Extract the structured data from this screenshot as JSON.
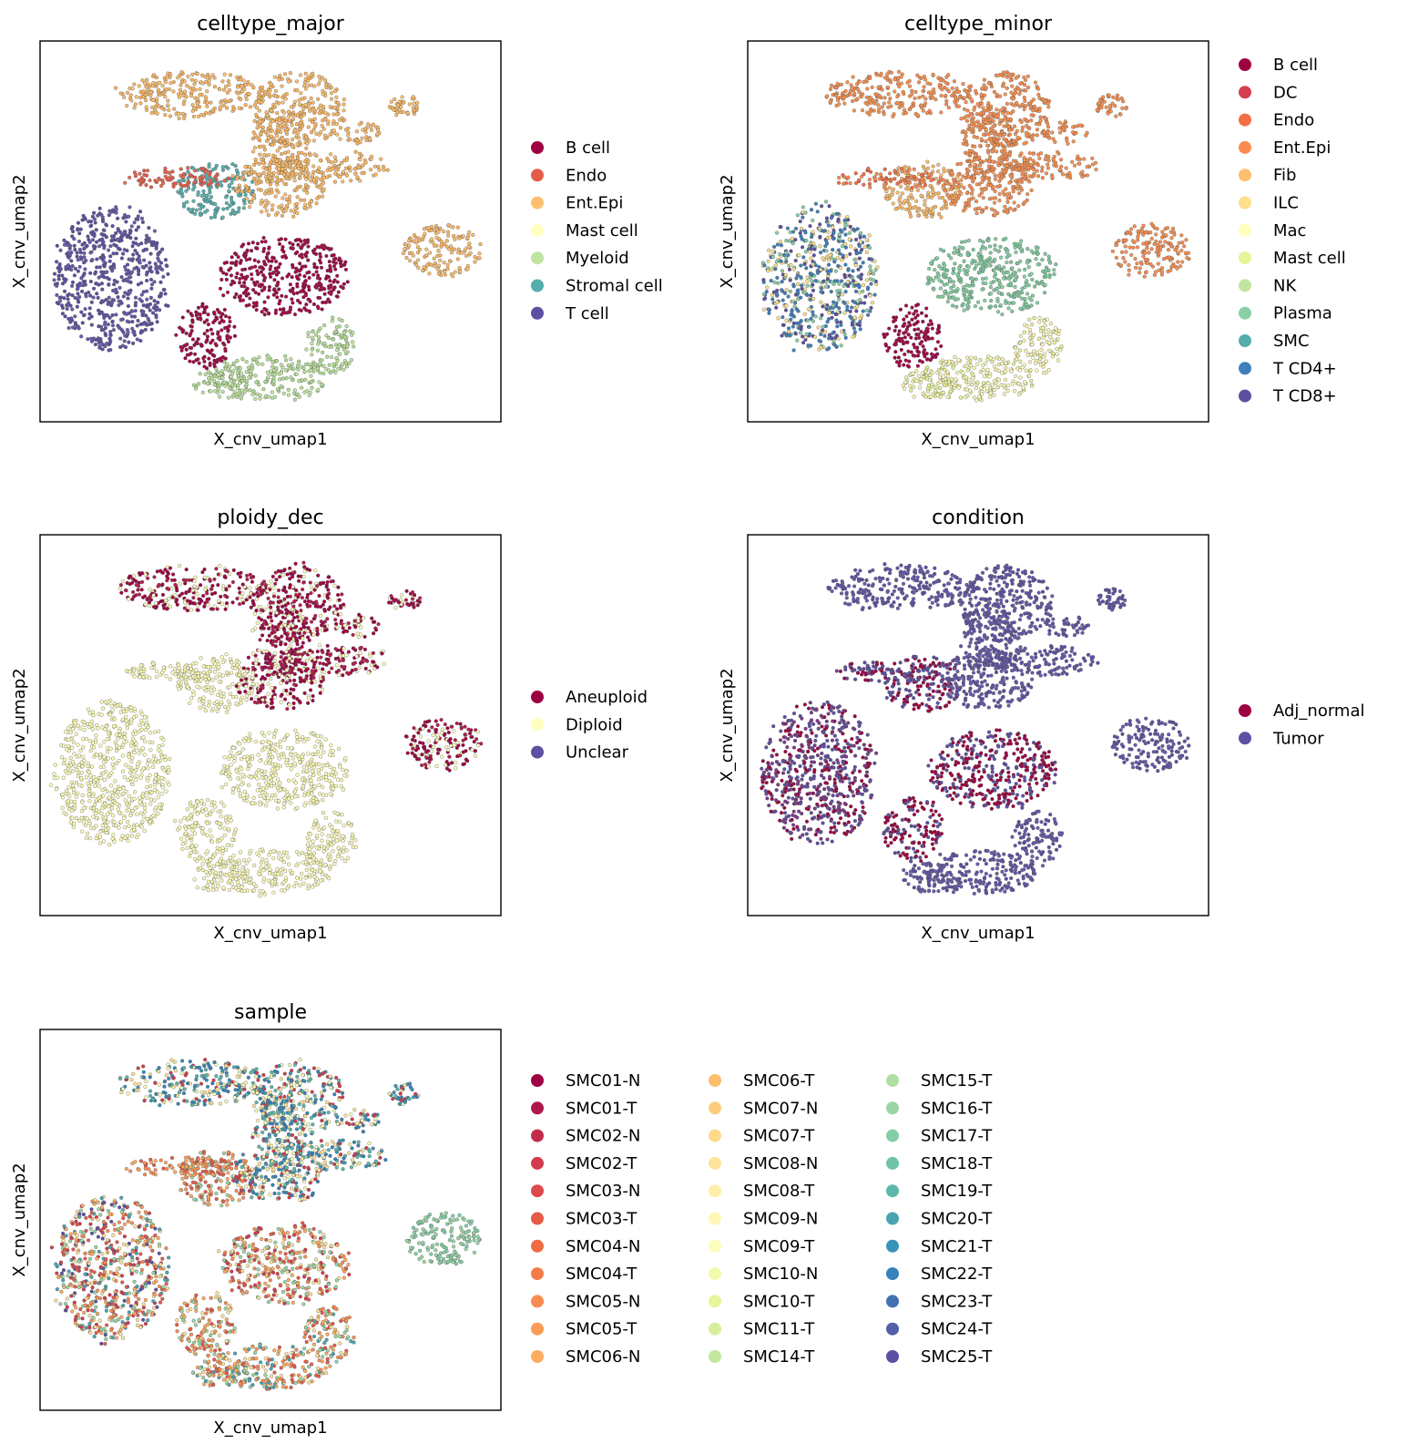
{
  "chart_data": [
    {
      "type": "scatter",
      "title": "celltype_major",
      "xlabel": "X_cnv_umap1",
      "ylabel": "X_cnv_umap2",
      "ticks": "none",
      "legend": {
        "placement": "right",
        "columns": 1,
        "entries": [
          {
            "name": "B cell",
            "color": "#9e0142"
          },
          {
            "name": "Endo",
            "color": "#e45c49"
          },
          {
            "name": "Ent.Epi",
            "color": "#fdbf6f"
          },
          {
            "name": "Mast cell",
            "color": "#ffffbf"
          },
          {
            "name": "Myeloid",
            "color": "#bfe5a0"
          },
          {
            "name": "Stromal cell",
            "color": "#54aead"
          },
          {
            "name": "T cell",
            "color": "#5e4fa2"
          }
        ]
      },
      "clusters": [
        {
          "label": "T cell",
          "region": "large left cluster",
          "colors": [
            "#5e4fa2",
            "#5e4fa2",
            "#6a5aac"
          ]
        },
        {
          "label": "B cell",
          "region": "centre-right oval",
          "colors": [
            "#9e0142",
            "#a30c47"
          ]
        },
        {
          "label": "B cell",
          "region": "lower-left small cluster",
          "colors": [
            "#9e0142",
            "#a30c47"
          ]
        },
        {
          "label": "Myeloid",
          "region": "bottom arc",
          "colors": [
            "#bfe5a0",
            "#b2dd93"
          ]
        },
        {
          "label": "Stromal cell",
          "region": "upper-middle blob",
          "colors": [
            "#54aead",
            "#5fb5b2"
          ]
        },
        {
          "label": "Endo",
          "region": "upper-left thin band",
          "colors": [
            "#e45c49",
            "#e86a52"
          ]
        },
        {
          "label": "Ent.Epi",
          "region": "top spread and right island",
          "colors": [
            "#fdbf6f",
            "#fbb560"
          ]
        }
      ]
    },
    {
      "type": "scatter",
      "title": "celltype_minor",
      "xlabel": "X_cnv_umap1",
      "ylabel": "X_cnv_umap2",
      "ticks": "none",
      "legend": {
        "placement": "right",
        "columns": 1,
        "entries": [
          {
            "name": "B cell",
            "color": "#9e0142"
          },
          {
            "name": "DC",
            "color": "#d53e4f"
          },
          {
            "name": "Endo",
            "color": "#f46d43"
          },
          {
            "name": "Ent.Epi",
            "color": "#fa8c50"
          },
          {
            "name": "Fib",
            "color": "#fdbf6f"
          },
          {
            "name": "ILC",
            "color": "#fee08b"
          },
          {
            "name": "Mac",
            "color": "#ffffbf"
          },
          {
            "name": "Mast cell",
            "color": "#e6f598"
          },
          {
            "name": "NK",
            "color": "#bfe5a0"
          },
          {
            "name": "Plasma",
            "color": "#88d0a4"
          },
          {
            "name": "SMC",
            "color": "#54aead"
          },
          {
            "name": "T CD4+",
            "color": "#3f7fbc"
          },
          {
            "name": "T CD8+",
            "color": "#5e4fa2"
          }
        ]
      },
      "clusters": [
        {
          "label": "T CD4+ / T CD8+",
          "region": "large left cluster",
          "colors": [
            "#3f7fbc",
            "#3f7fbc",
            "#5e4fa2",
            "#88d0a4",
            "#fee08b"
          ]
        },
        {
          "label": "Plasma",
          "region": "centre-right oval",
          "colors": [
            "#88d0a4",
            "#7cc89b"
          ]
        },
        {
          "label": "B cell",
          "region": "lower-left small cluster",
          "colors": [
            "#9e0142",
            "#a30c47"
          ]
        },
        {
          "label": "Mac",
          "region": "bottom arc",
          "colors": [
            "#ffffbf",
            "#fff5b0",
            "#e6f598"
          ]
        },
        {
          "label": "Fib",
          "region": "upper-middle blob",
          "colors": [
            "#fdbf6f",
            "#fbb560"
          ]
        },
        {
          "label": "Ent.Epi",
          "region": "upper-left thin band",
          "colors": [
            "#fa8c50",
            "#f46d43"
          ]
        },
        {
          "label": "Ent.Epi",
          "region": "top spread and right island",
          "colors": [
            "#fa8c50",
            "#f7934f"
          ]
        }
      ]
    },
    {
      "type": "scatter",
      "title": "ploidy_dec",
      "xlabel": "X_cnv_umap1",
      "ylabel": "X_cnv_umap2",
      "ticks": "none",
      "legend": {
        "placement": "right",
        "columns": 1,
        "entries": [
          {
            "name": "Aneuploid",
            "color": "#9e0142"
          },
          {
            "name": "Diploid",
            "color": "#ffffbf"
          },
          {
            "name": "Unclear",
            "color": "#5e4fa2"
          }
        ]
      },
      "clusters": [
        {
          "label": "Diploid",
          "region": "large left cluster",
          "colors": [
            "#ffffbf",
            "#fdfbb4"
          ]
        },
        {
          "label": "Diploid",
          "region": "centre-right oval",
          "colors": [
            "#ffffbf",
            "#fdfbb4"
          ]
        },
        {
          "label": "Diploid",
          "region": "lower-left small cluster",
          "colors": [
            "#ffffbf",
            "#fdfbb4"
          ]
        },
        {
          "label": "Diploid",
          "region": "bottom arc",
          "colors": [
            "#ffffbf",
            "#fdfbb4"
          ]
        },
        {
          "label": "Diploid",
          "region": "upper-middle blob",
          "colors": [
            "#ffffbf",
            "#fdfbb4"
          ]
        },
        {
          "label": "Diploid",
          "region": "upper-left thin band",
          "colors": [
            "#ffffbf",
            "#fdfbb4"
          ]
        },
        {
          "label": "Aneuploid",
          "region": "top spread and right island",
          "colors": [
            "#9e0142",
            "#9e0142",
            "#b51d4c",
            "#ffffbf"
          ]
        }
      ]
    },
    {
      "type": "scatter",
      "title": "condition",
      "xlabel": "X_cnv_umap1",
      "ylabel": "X_cnv_umap2",
      "ticks": "none",
      "legend": {
        "placement": "right",
        "columns": 1,
        "entries": [
          {
            "name": "Adj_normal",
            "color": "#9e0142"
          },
          {
            "name": "Tumor",
            "color": "#5e4fa2"
          }
        ]
      },
      "clusters": [
        {
          "label": "mixed",
          "region": "large left cluster",
          "colors": [
            "#5e4fa2",
            "#9e0142",
            "#7a3a8a"
          ]
        },
        {
          "label": "Adj_normal",
          "region": "centre-right oval",
          "colors": [
            "#9e0142",
            "#9e0142",
            "#5e4fa2"
          ]
        },
        {
          "label": "Adj_normal",
          "region": "lower-left small cluster",
          "colors": [
            "#9e0142",
            "#9e0142",
            "#5e4fa2"
          ]
        },
        {
          "label": "Tumor",
          "region": "bottom arc",
          "colors": [
            "#5e4fa2",
            "#6a5aac"
          ]
        },
        {
          "label": "mixed",
          "region": "upper-middle blob",
          "colors": [
            "#9e0142",
            "#5e4fa2"
          ]
        },
        {
          "label": "mixed",
          "region": "upper-left thin band",
          "colors": [
            "#9e0142",
            "#5e4fa2"
          ]
        },
        {
          "label": "Tumor",
          "region": "top spread and right island",
          "colors": [
            "#5e4fa2",
            "#6a5aac"
          ]
        }
      ]
    },
    {
      "type": "scatter",
      "title": "sample",
      "xlabel": "X_cnv_umap1",
      "ylabel": "X_cnv_umap2",
      "ticks": "none",
      "legend": {
        "placement": "right",
        "columns": 3,
        "entries": [
          {
            "name": "SMC01-N",
            "color": "#9e0142"
          },
          {
            "name": "SMC01-T",
            "color": "#b0174a"
          },
          {
            "name": "SMC02-N",
            "color": "#c22c4b"
          },
          {
            "name": "SMC02-T",
            "color": "#d23c4e"
          },
          {
            "name": "SMC03-N",
            "color": "#dd4a4c"
          },
          {
            "name": "SMC03-T",
            "color": "#e65a48"
          },
          {
            "name": "SMC04-N",
            "color": "#f06b44"
          },
          {
            "name": "SMC04-T",
            "color": "#f57c4a"
          },
          {
            "name": "SMC05-N",
            "color": "#f88d52"
          },
          {
            "name": "SMC05-T",
            "color": "#fa9c58"
          },
          {
            "name": "SMC06-N",
            "color": "#fcac60"
          },
          {
            "name": "SMC06-T",
            "color": "#fdbe6e"
          },
          {
            "name": "SMC07-N",
            "color": "#fdcc7b"
          },
          {
            "name": "SMC07-T",
            "color": "#fed98a"
          },
          {
            "name": "SMC08-N",
            "color": "#fee49a"
          },
          {
            "name": "SMC08-T",
            "color": "#ffeea8"
          },
          {
            "name": "SMC09-N",
            "color": "#fff8b6"
          },
          {
            "name": "SMC09-T",
            "color": "#fbfdba"
          },
          {
            "name": "SMC10-N",
            "color": "#f2faac"
          },
          {
            "name": "SMC10-T",
            "color": "#e5f59b"
          },
          {
            "name": "SMC11-T",
            "color": "#d6ee9b"
          },
          {
            "name": "SMC14-T",
            "color": "#c4e79e"
          },
          {
            "name": "SMC15-T",
            "color": "#afdfa2"
          },
          {
            "name": "SMC16-T",
            "color": "#99d6a4"
          },
          {
            "name": "SMC17-T",
            "color": "#84cea5"
          },
          {
            "name": "SMC18-T",
            "color": "#6ec5a5"
          },
          {
            "name": "SMC19-T",
            "color": "#5cb7aa"
          },
          {
            "name": "SMC20-T",
            "color": "#4ba4b1"
          },
          {
            "name": "SMC21-T",
            "color": "#3a92b8"
          },
          {
            "name": "SMC22-T",
            "color": "#3681ba"
          },
          {
            "name": "SMC23-T",
            "color": "#4470b1"
          },
          {
            "name": "SMC24-T",
            "color": "#525fa9"
          },
          {
            "name": "SMC25-T",
            "color": "#5e4fa2"
          }
        ]
      },
      "clusters": [
        {
          "label": "mixed",
          "region": "large left cluster",
          "colors": [
            "#f88d52",
            "#fcac60",
            "#e65a48",
            "#99d6a4",
            "#4ba4b1",
            "#fee49a",
            "#d23c4e",
            "#5e4fa2"
          ]
        },
        {
          "label": "mixed",
          "region": "centre-right oval",
          "colors": [
            "#f88d52",
            "#e65a48",
            "#fcac60",
            "#d23c4e",
            "#99d6a4",
            "#fee49a"
          ]
        },
        {
          "label": "mixed",
          "region": "lower-left small cluster",
          "colors": [
            "#fcac60",
            "#f88d52",
            "#99d6a4",
            "#fee49a",
            "#e65a48"
          ]
        },
        {
          "label": "mixed",
          "region": "bottom arc",
          "colors": [
            "#fcac60",
            "#f88d52",
            "#99d6a4",
            "#fee49a",
            "#e65a48",
            "#4ba4b1"
          ]
        },
        {
          "label": "mixed",
          "region": "upper-middle blob",
          "colors": [
            "#fcac60",
            "#f88d52",
            "#99d6a4",
            "#e65a48"
          ]
        },
        {
          "label": "mixed",
          "region": "upper-left thin band",
          "colors": [
            "#f88d52",
            "#fcac60",
            "#e65a48"
          ]
        },
        {
          "label": "mixed",
          "region": "top spread",
          "colors": [
            "#3a92b8",
            "#3681ba",
            "#fbfdba",
            "#d23c4e",
            "#fee49a",
            "#5cb7aa"
          ]
        },
        {
          "label": "SMC16-T",
          "region": "right island",
          "colors": [
            "#99d6a4",
            "#84cea5"
          ]
        }
      ]
    }
  ]
}
